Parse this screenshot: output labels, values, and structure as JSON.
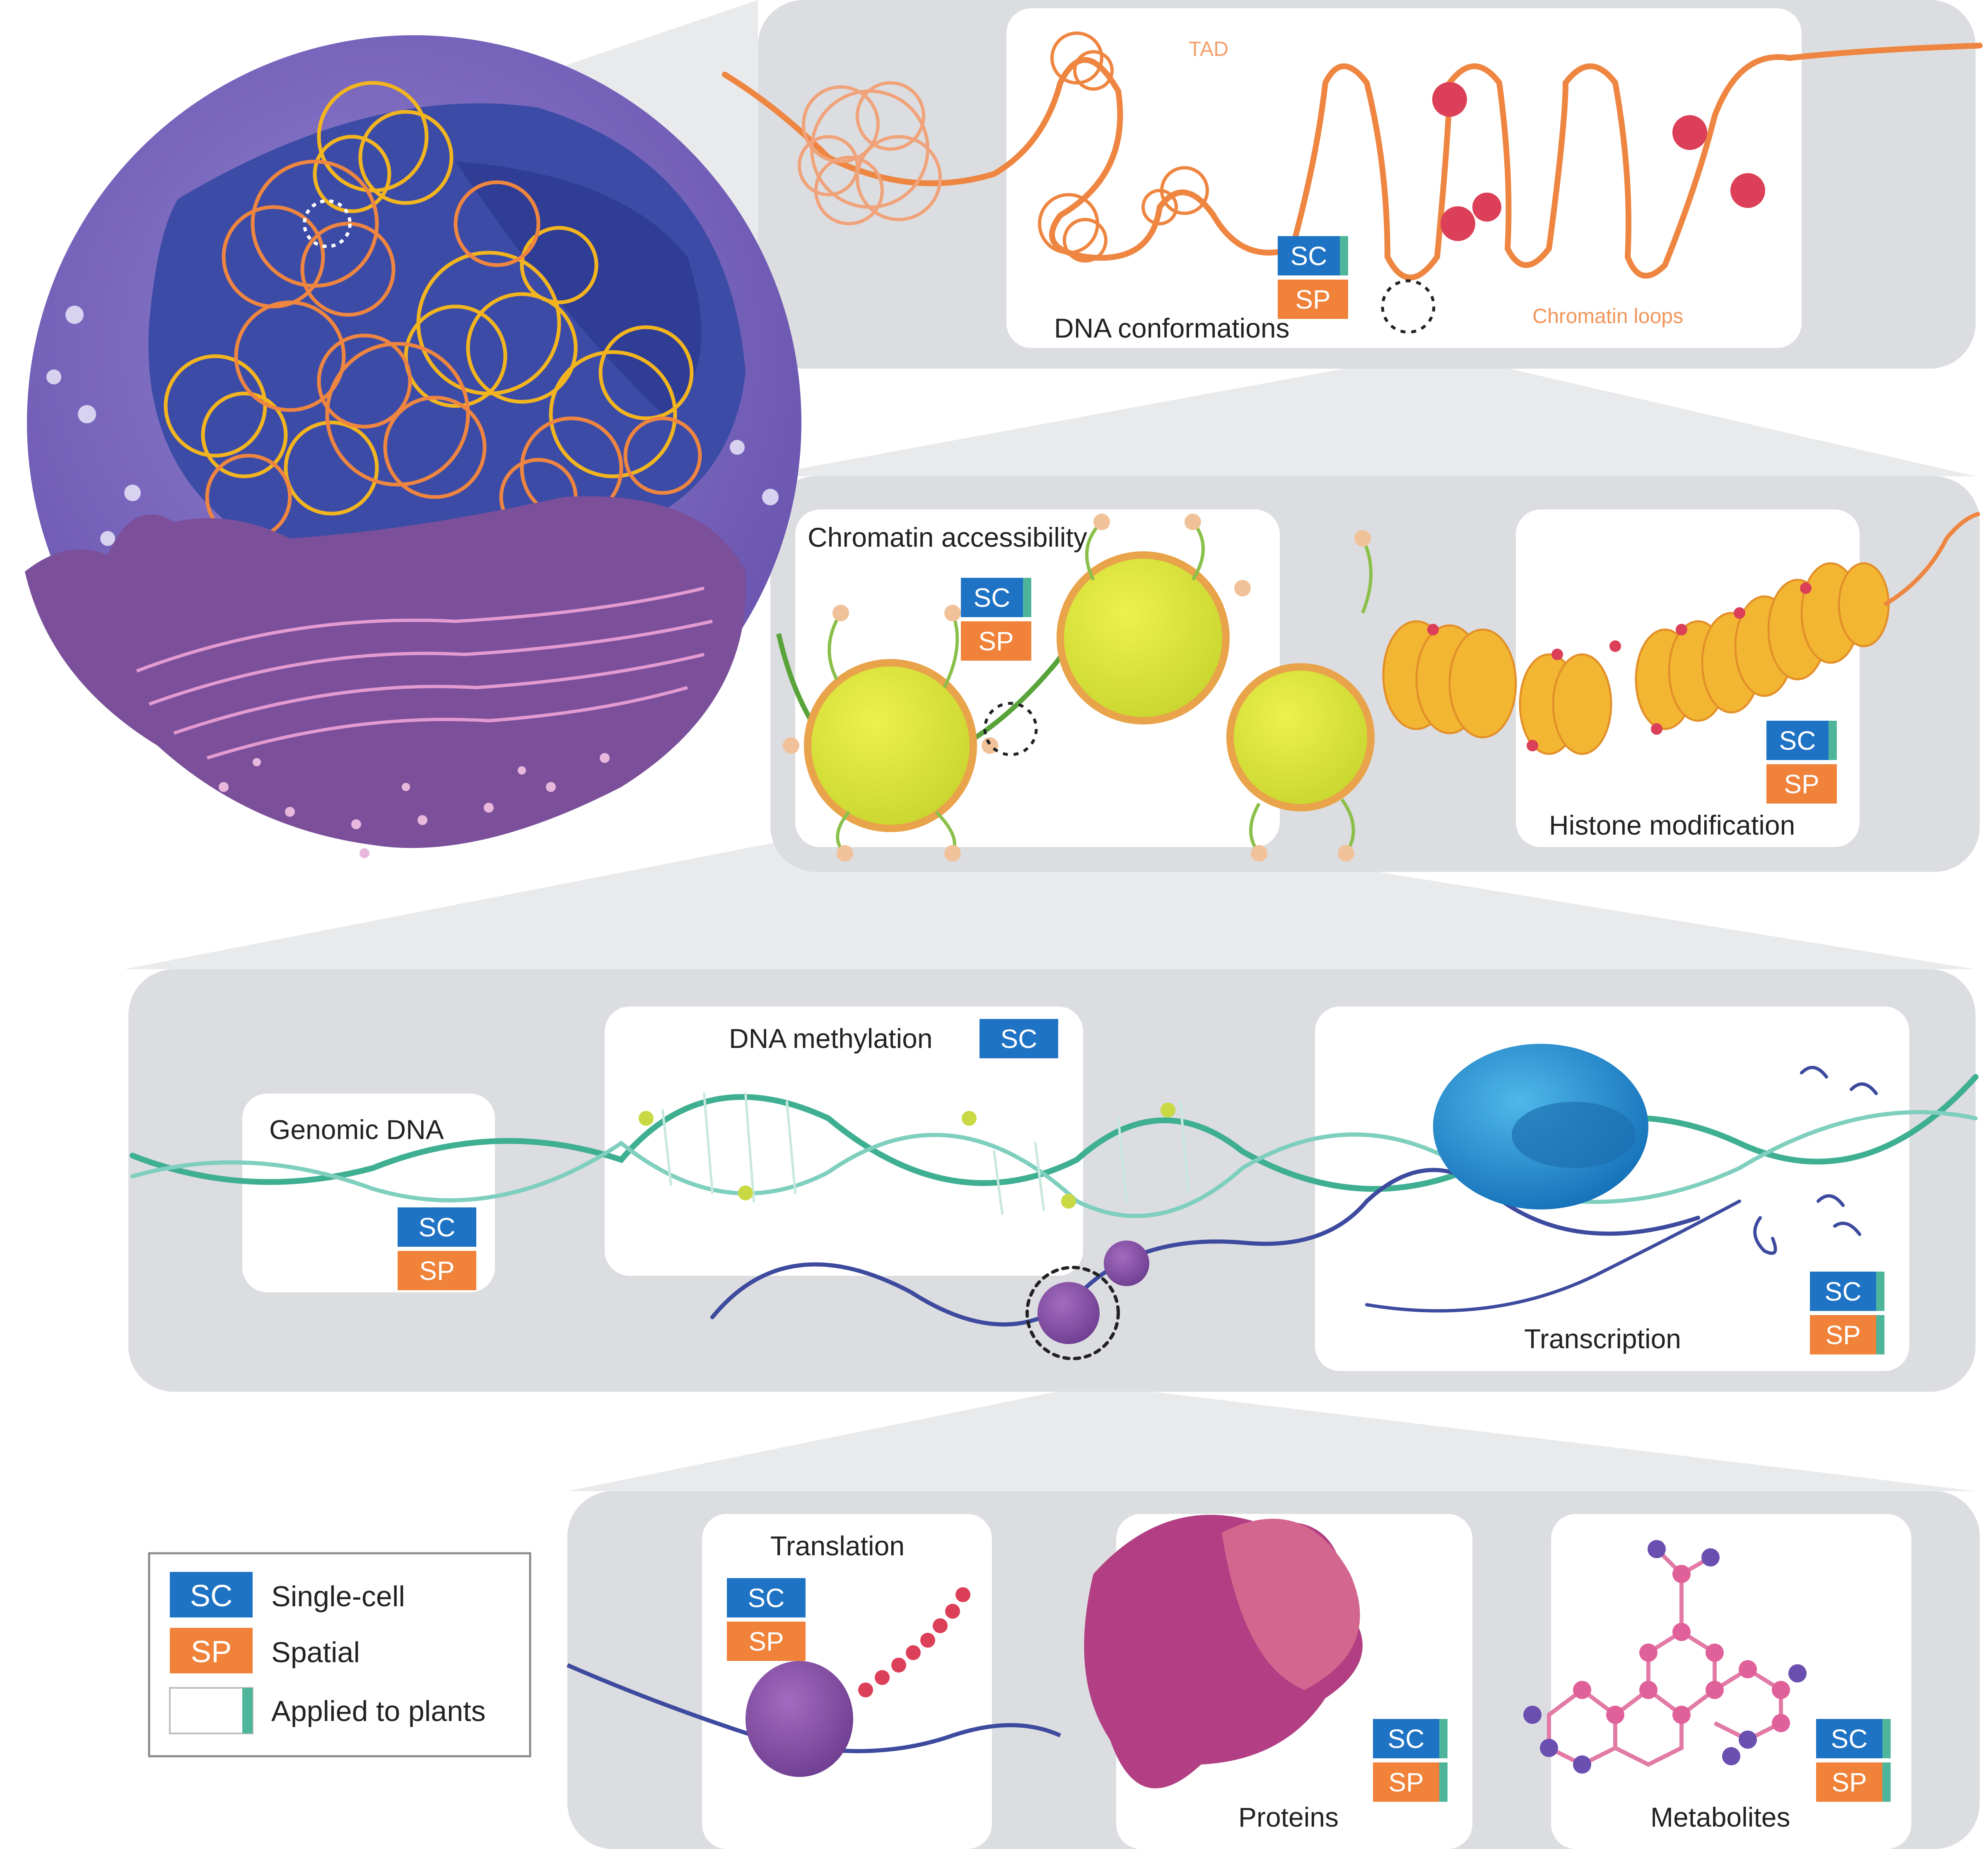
{
  "panels": {
    "dna_conformations": {
      "label": "DNA conformations",
      "tad_label": "TAD",
      "loops_label": "Chromatin loops",
      "badges": [
        "SC",
        "SP"
      ]
    },
    "chromatin_accessibility": {
      "label": "Chromatin accessibility",
      "badges": [
        "SC",
        "SP"
      ]
    },
    "histone_modification": {
      "label": "Histone modification",
      "badges": [
        "SC",
        "SP"
      ]
    },
    "genomic_dna": {
      "label": "Genomic DNA",
      "badges": [
        "SC",
        "SP"
      ]
    },
    "dna_methylation": {
      "label": "DNA methylation",
      "badges": [
        "SC"
      ]
    },
    "transcription": {
      "label": "Transcription",
      "badges": [
        "SC",
        "SP"
      ]
    },
    "translation": {
      "label": "Translation",
      "badges": [
        "SC",
        "SP"
      ]
    },
    "proteins": {
      "label": "Proteins",
      "badges": [
        "SC",
        "SP"
      ]
    },
    "metabolites": {
      "label": "Metabolites",
      "badges": [
        "SC",
        "SP"
      ]
    }
  },
  "legend": {
    "items": [
      {
        "code": "SC",
        "label": "Single-cell"
      },
      {
        "code": "SP",
        "label": "Spatial"
      },
      {
        "code": "",
        "label": "Applied to plants"
      }
    ]
  },
  "colors": {
    "sc_blue": "#1f73c4",
    "sp_orange": "#f0823a",
    "plant_green": "#4fb59a",
    "band_gray": "#dcdde0",
    "panel_white": "#ffffff",
    "chromatin_orange": "#ee8540",
    "chromatin_yellow": "#f2b51f",
    "nucleus_blue": "#3f4fa8",
    "cell_purple": "#7c68bd",
    "dna_teal": "#4fb3a1",
    "mrna_navy": "#3d4a9e",
    "polymerase_blue": "#1a8fd1",
    "ribosome_purple": "#8a4fa6",
    "protein_magenta": "#b23f83",
    "metabolite_pink": "#e0609a"
  }
}
